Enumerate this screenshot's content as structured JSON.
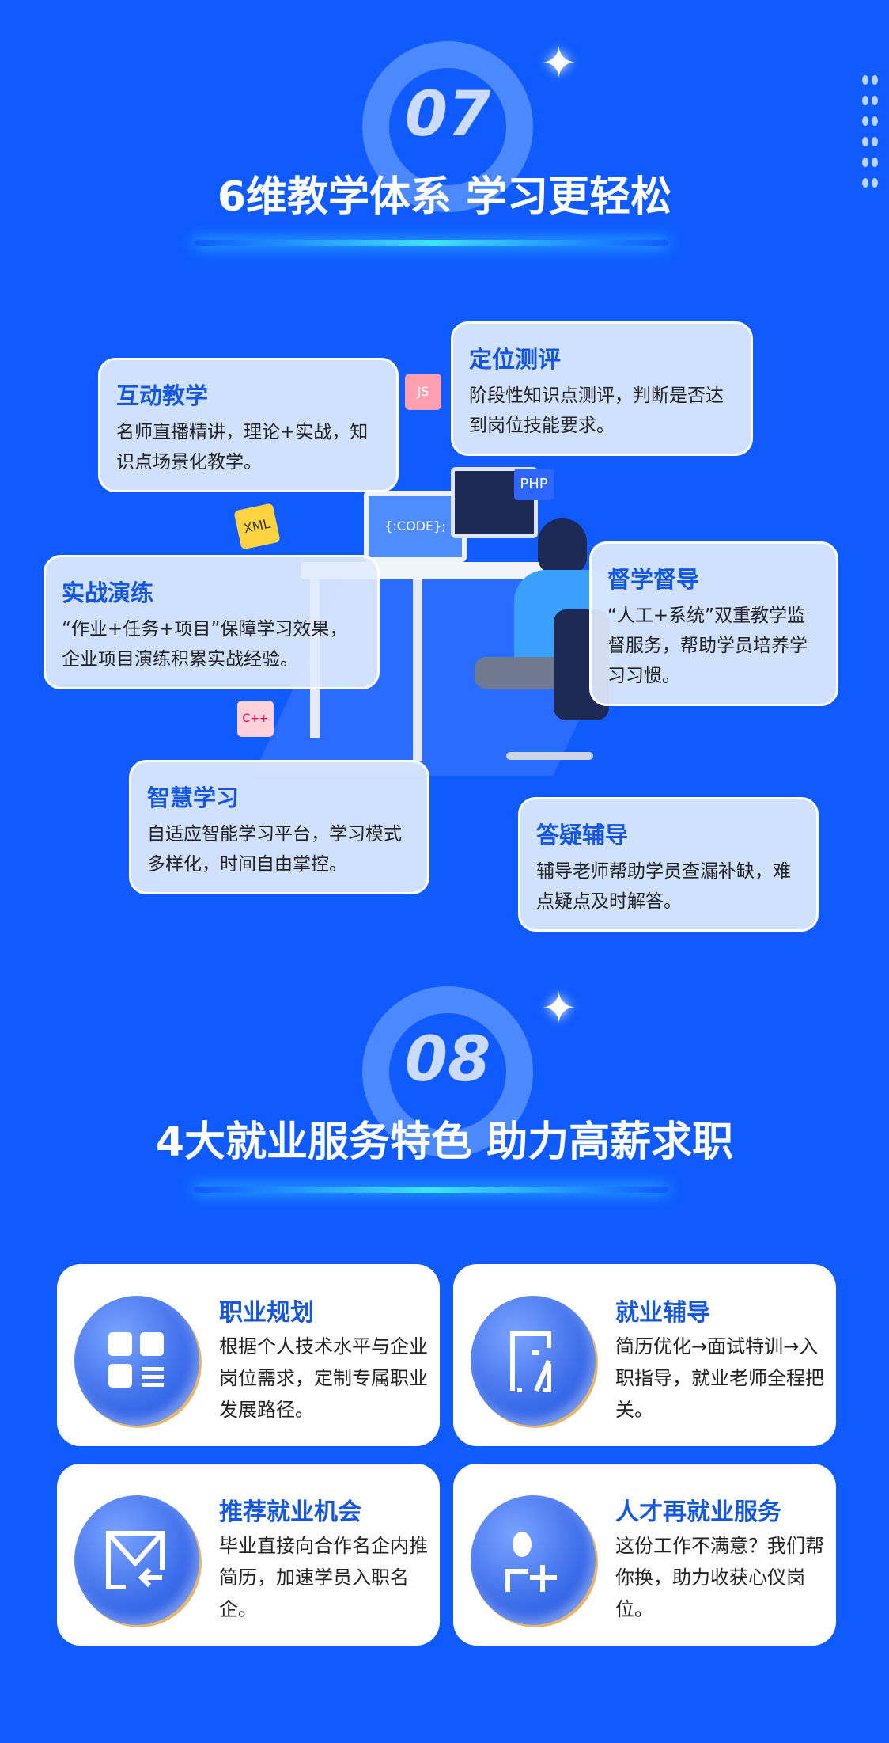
{
  "section7": {
    "number": "07",
    "title": "6维教学体系 学习更轻松",
    "features": [
      {
        "title": "互动教学",
        "desc": "名师直播精讲，理论+实战，知识点场景化教学。"
      },
      {
        "title": "定位测评",
        "desc": "阶段性知识点测评，判断是否达到岗位技能要求。"
      },
      {
        "title": "实战演练",
        "desc": "“作业+任务+项目”保障学习效果，企业项目演练积累实战经验。"
      },
      {
        "title": "督学督导",
        "desc": "“人工+系统”双重教学监督服务，帮助学员培养学习习惯。"
      },
      {
        "title": "智慧学习",
        "desc": "自适应智能学习平台，学习模式多样化，时间自由掌控。"
      },
      {
        "title": "答疑辅导",
        "desc": "辅导老师帮助学员查漏补缺，难点疑点及时解答。"
      }
    ],
    "illustration_labels": [
      "XML",
      "JS",
      "PHP",
      "{:CODE};",
      "C++"
    ]
  },
  "section8": {
    "number": "08",
    "title": "4大就业服务特色 助力高薪求职",
    "services": [
      {
        "title": "职业规划",
        "desc": "根据个人技术水平与企业岗位需求，定制专属职业发展路径。",
        "icon": "grid-icon"
      },
      {
        "title": "就业辅导",
        "desc": "简历优化→面试特训→入职指导，就业老师全程把关。",
        "icon": "edit-document-icon"
      },
      {
        "title": "推荐就业机会",
        "desc": "毕业直接向合作名企内推简历，加速学员入职名企。",
        "icon": "mail-icon"
      },
      {
        "title": "人才再就业服务",
        "desc": "这份工作不满意？我们帮你换，助力收获心仪岗位。",
        "icon": "add-user-icon"
      }
    ]
  }
}
